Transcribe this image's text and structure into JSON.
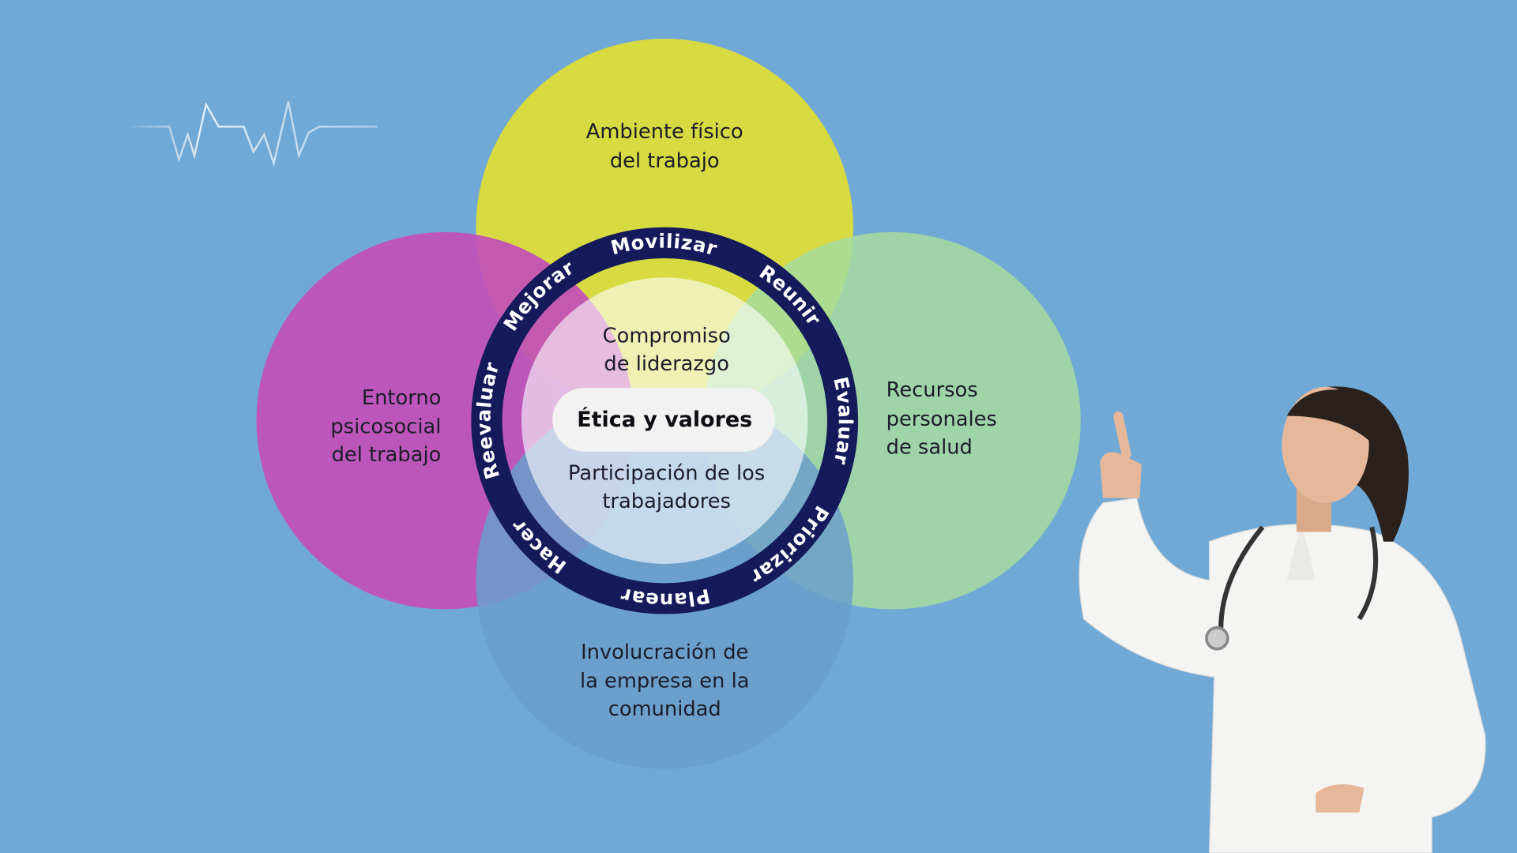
{
  "circles": {
    "top": {
      "line1": "Ambiente físico",
      "line2": "del trabajo",
      "color": "#dcdc3c"
    },
    "left": {
      "line1": "Entorno",
      "line2": "psicosocial",
      "line3": "del trabajo",
      "color": "#c055b4"
    },
    "right": {
      "line1": "Recursos",
      "line2": "personales",
      "line3": "de salud",
      "color": "#9fd4a4"
    },
    "bottom": {
      "line1": "Involucración de",
      "line2": "la empresa en la",
      "line3": "comunidad",
      "color": "#6fa3cc"
    }
  },
  "center": {
    "top_line1": "Compromiso",
    "top_line2": "de liderazgo",
    "core": "Ética y valores",
    "bottom_line1": "Participación de los",
    "bottom_line2": "trabajadores"
  },
  "ring": {
    "color": "#141a5a",
    "steps": [
      "Hacer",
      "Reevaluar",
      "Mejorar",
      "Movilizar",
      "Reunir",
      "Evaluar",
      "Priorizar",
      "Planear"
    ]
  },
  "background": "#70a9d6"
}
